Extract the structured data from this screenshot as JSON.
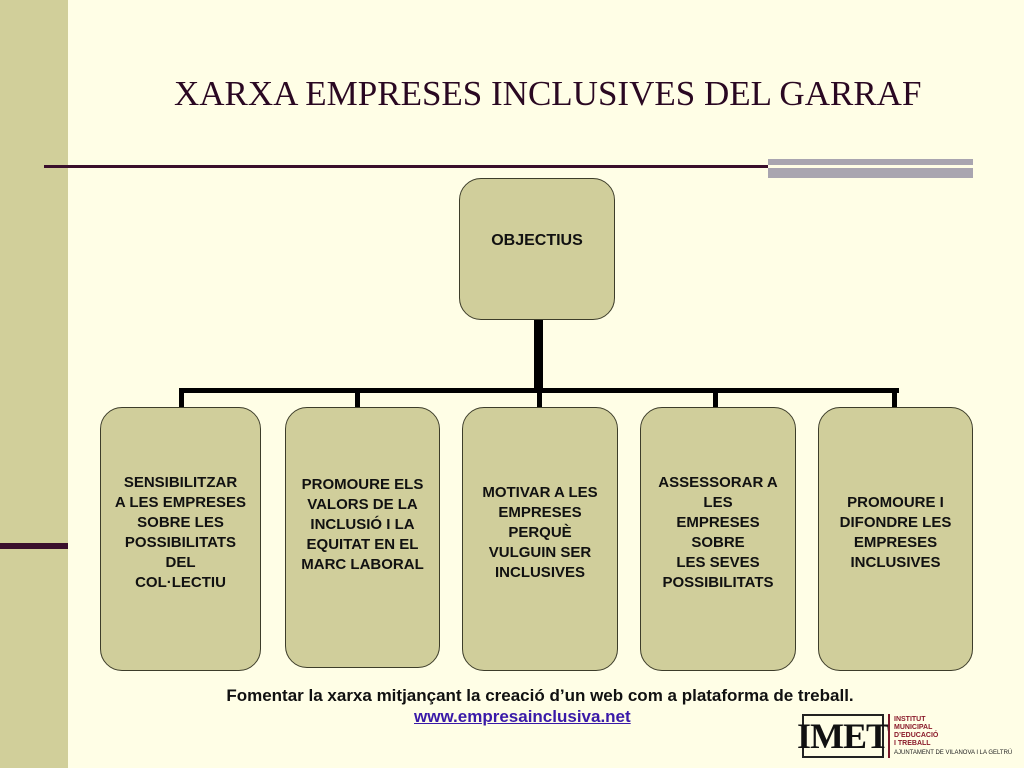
{
  "title": "XARXA EMPRESES INCLUSIVES DEL GARRAF",
  "root": {
    "label": "OBJECTIUS"
  },
  "objectives": [
    {
      "label": "SENSIBILITZAR\nA LES EMPRESES\nSOBRE LES\nPOSSIBILITATS\nDEL\nCOL·LECTIU"
    },
    {
      "label": "PROMOURE ELS\nVALORS DE LA\nINCLUSIÓ I LA\nEQUITAT EN EL\nMARC LABORAL"
    },
    {
      "label": "MOTIVAR A LES\nEMPRESES\nPERQUÈ\nVULGUIN SER\nINCLUSIVES"
    },
    {
      "label": "ASSESSORAR A\nLES\nEMPRESES\nSOBRE\nLES SEVES\nPOSSIBILITATS"
    },
    {
      "label": "PROMOURE I\nDIFONDRE LES\nEMPRESES\nINCLUSIVES"
    }
  ],
  "footer": {
    "text": "Fomentar la xarxa mitjançant la creació d’un web com a plataforma de treball.",
    "link": "www.empresainclusiva.net"
  },
  "logo": {
    "mark": "IMET",
    "name": "INSTITUT\nMUNICIPAL\nD’EDUCACIÓ\nI TREBALL",
    "sub": "AJUNTAMENT DE VILANOVA I LA GELTRÚ"
  },
  "colors": {
    "box_fill": "#d0ce9b",
    "background": "#fffee6",
    "side_bar": "#d1cf9a",
    "accent": "#3a0f2c",
    "link": "#3a1aa8"
  }
}
